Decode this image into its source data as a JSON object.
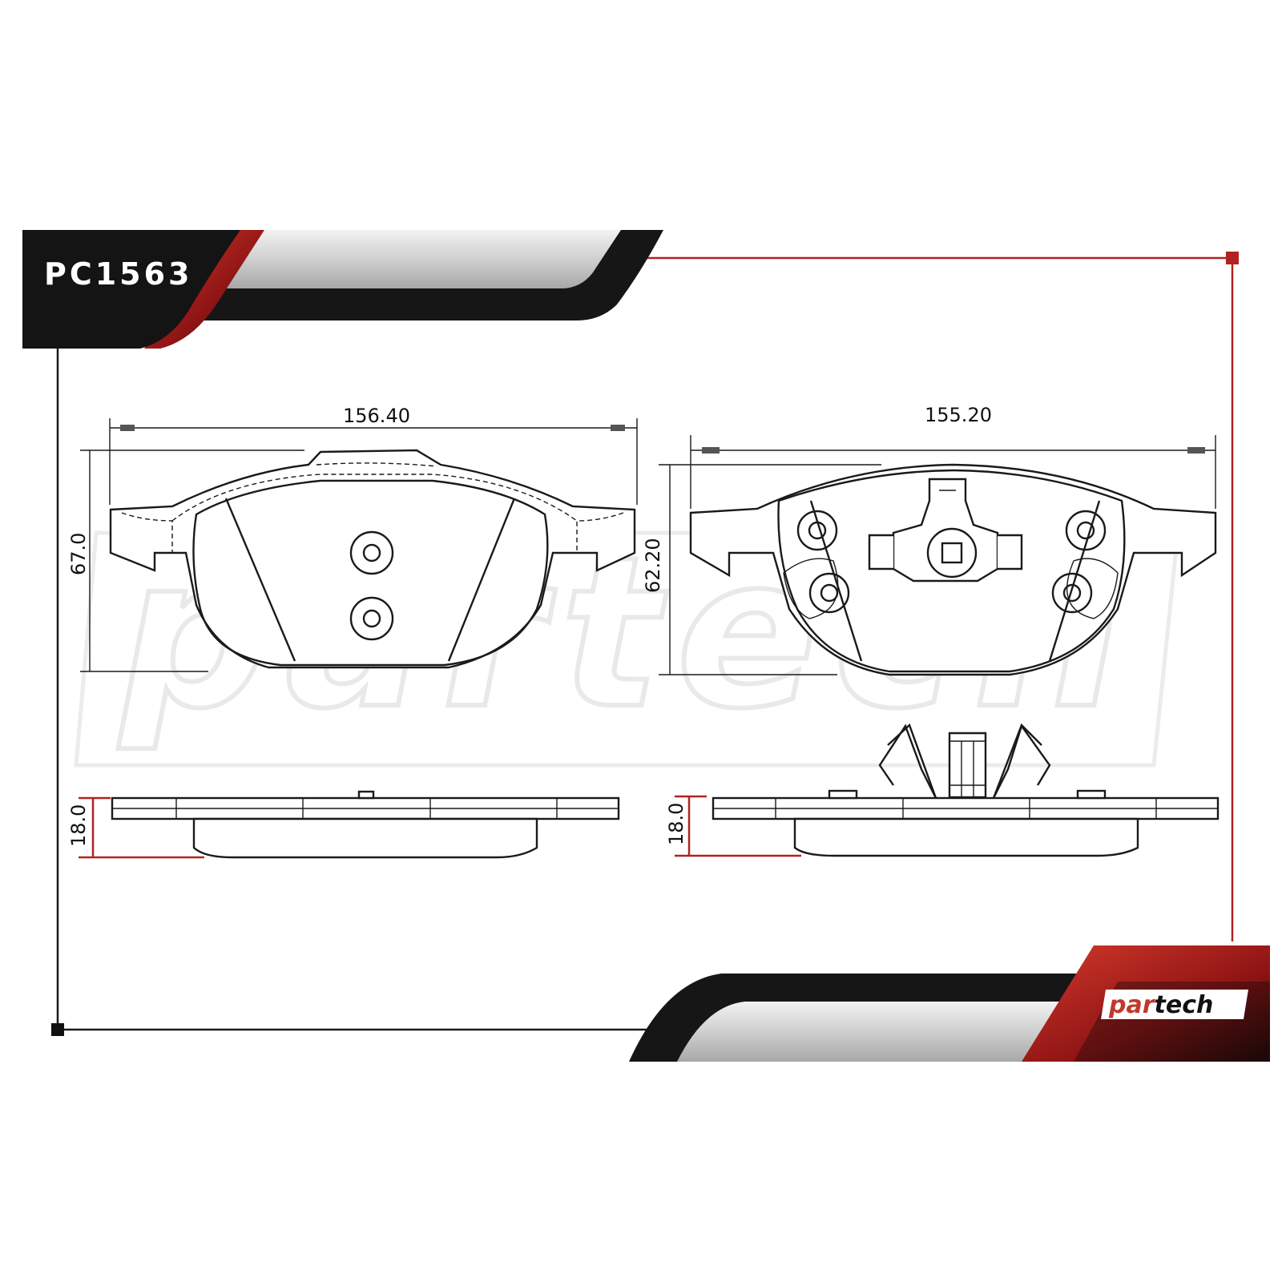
{
  "part_number": "PC1563",
  "brand": {
    "part1": "par",
    "part2": "tech"
  },
  "watermark": "partech",
  "colors": {
    "accent": "#b22222",
    "dark": "#111111",
    "frame": "#1a1a1a"
  },
  "dimensions": {
    "pad1_width": "156.40",
    "pad1_height": "67.0",
    "pad2_width": "155.20",
    "pad2_height": "62.20",
    "pad1_thickness": "18.0",
    "pad2_thickness": "18.0"
  }
}
